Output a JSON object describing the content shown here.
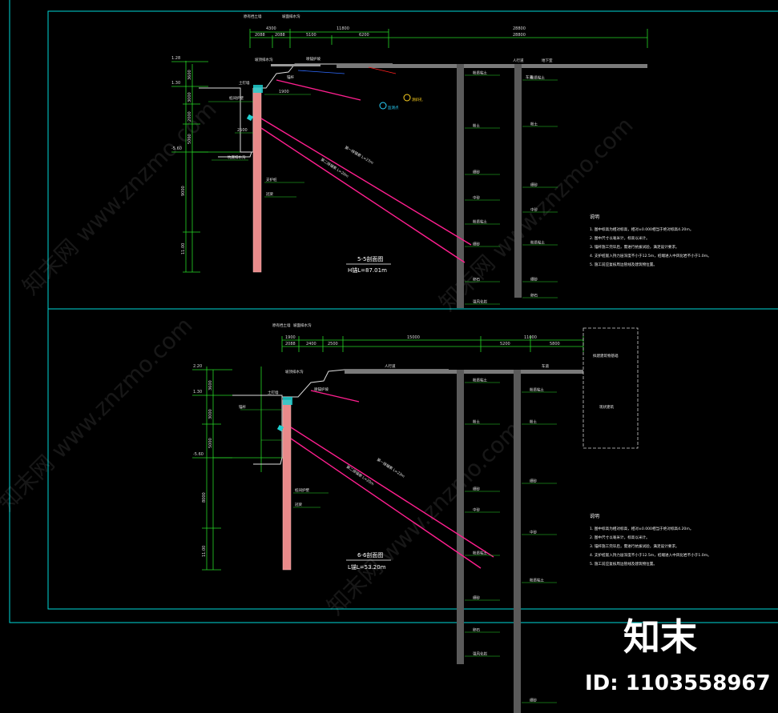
{
  "section_top": {
    "title": "5-5剖面图",
    "length": "H锚L=87.01m",
    "dims_top": [
      "4300",
      "11800"
    ],
    "dims_mid": [
      "2088",
      "2088",
      "5100",
      "6200",
      "28800"
    ],
    "dims_mid2": "28800",
    "elev_top": "1.28",
    "elev_mid": "1.30",
    "elev_low": "-5.60",
    "vert_dims": [
      "3600",
      "3000",
      "2000",
      "5000",
      "9000",
      "11.00"
    ],
    "tags": [
      "原有挡土墙",
      "坡面排水沟",
      "坡顶排水沟",
      "喷锚护坡",
      "土钉墙",
      "锚杆",
      "桩间护壁",
      "支护桩",
      "冠梁",
      "坑底排水沟"
    ],
    "pile_tags": [
      "粉质粘土",
      "粉土",
      "细砂",
      "中砂",
      "粉质粘土",
      "细砂",
      "卵石",
      "强风化岩"
    ],
    "right_tags": [
      "人行道",
      "地下室",
      "车道"
    ],
    "anchor_labels": [
      "第一排锚索 L=23m",
      "第二排锚索 L=20m"
    ],
    "dim_labels": [
      "1900",
      "2500"
    ],
    "circle_labels": [
      "监测点",
      "测斜孔"
    ],
    "notes_title": "说明",
    "notes": [
      "1. 图中标高为相对标高，相对±0.000相当于绝对标高4.20m。",
      "2. 图中尺寸以毫米计，标高以米计。",
      "3. 锚杆施工完毕后，需进行抗拔试验，满足设计要求。",
      "4. 支护桩嵌入持力层深度不小于12.5m，桩端进入中风化岩不小于1.0m。",
      "5. 施工前应复核周边管线及建筑物位置。"
    ]
  },
  "section_bottom": {
    "title": "6-6剖面图",
    "length": "L锚L=53.20m",
    "dims_top": [
      "1900",
      "2088",
      "2400",
      "2500",
      "15000",
      "5200",
      "11000",
      "5800"
    ],
    "elev_top": "2.20",
    "elev_mid": "1.30",
    "elev_low": "-5.60",
    "vert_dims": [
      "3600",
      "3000",
      "5000",
      "8000",
      "11.00"
    ],
    "tags": [
      "原有挡土墙",
      "坡面排水沟",
      "坡顶排水沟",
      "喷锚护坡",
      "土钉墙",
      "锚杆",
      "桩间护壁",
      "冠梁"
    ],
    "pile_tags": [
      "粉质粘土",
      "粉土",
      "细砂",
      "中砂",
      "粉质粘土",
      "细砂",
      "卵石",
      "强风化岩"
    ],
    "right_tags": [
      "人行道",
      "车道"
    ],
    "box_labels": [
      "拟建建筑物基础",
      "现状建筑"
    ],
    "anchor_labels": [
      "第一排锚索 L=23m",
      "第二排锚索 L=20m"
    ],
    "notes_title": "说明",
    "notes": [
      "1. 图中标高为相对标高，相对±0.000相当于绝对标高4.20m。",
      "2. 图中尺寸以毫米计，标高以米计。",
      "3. 锚杆施工完毕后，需进行抗拔试验，满足设计要求。",
      "4. 支护桩嵌入持力层深度不小于12.5m，桩端进入中风化岩不小于1.0m。",
      "5. 施工前应复核周边管线及建筑物位置。"
    ]
  },
  "watermark": {
    "brand": "知末",
    "id": "ID: 1103558967",
    "diagonal": "知末网 www.znzmo.com"
  },
  "colors": {
    "frame": "#00d8d8",
    "dimension": "#26d626",
    "anchor": "#ff1f8f",
    "pile": "#e98a8a",
    "wall": "#8c8c8c",
    "tag_blue": "#2f6bff",
    "tag_red": "#ff2020",
    "background": "#000000"
  }
}
